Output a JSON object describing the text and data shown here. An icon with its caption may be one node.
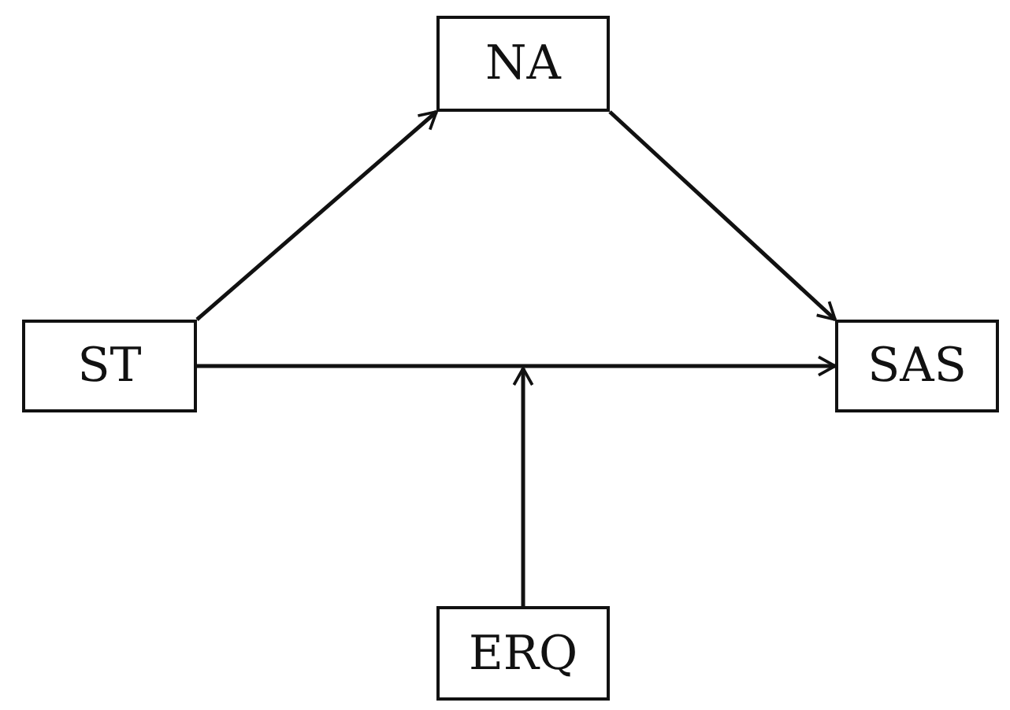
{
  "diagram": {
    "nodes": [
      {
        "text": [
          "NA"
        ]
      },
      {
        "text": [
          "ST"
        ]
      },
      {
        "text": [
          "SAS"
        ]
      },
      {
        "text": [
          "ERQ"
        ]
      }
    ],
    "edges": [
      {
        "from": 1,
        "to": 0,
        "arrow": "to"
      },
      {
        "from": 0,
        "to": 2,
        "arrow": "to"
      },
      {
        "from": 1,
        "to": 2,
        "arrow": "to"
      },
      {
        "from": 3,
        "to": null,
        "arrow": "to"
      }
    ]
  }
}
